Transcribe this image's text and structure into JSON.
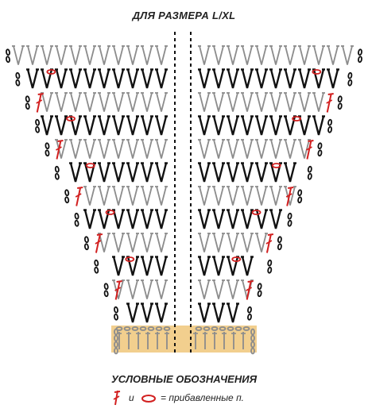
{
  "title": "ДЛЯ РАЗМЕРА L/XL",
  "legend": {
    "title": "УСЛОВНЫЕ ОБОЗНАЧЕНИЯ",
    "conjunction": "и",
    "description": "= прибавленные п."
  },
  "colors": {
    "black_stitch": "#111111",
    "gray_stitch": "#8c8c8c",
    "added_stitch": "#d22020",
    "base_band": "#f2cf8e",
    "divider": "#111111"
  },
  "symbols": {
    "v_stitch": "v-stitch-icon",
    "chain": "chain-icon",
    "added_double_crochet": "red-tall-stitch-icon",
    "added_chain": "red-chain-icon"
  }
}
